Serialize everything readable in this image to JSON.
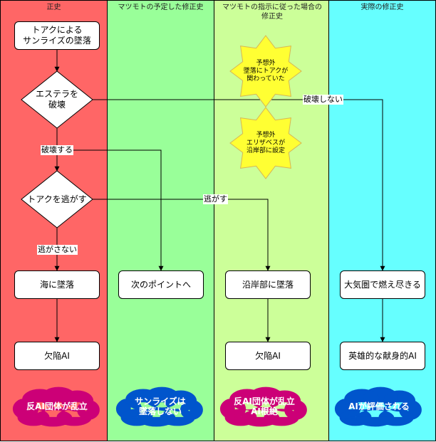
{
  "lanes": [
    {
      "title": "正史",
      "color": "#ff6666"
    },
    {
      "title": "マツモトの予定した修正史",
      "color": "#99ff99"
    },
    {
      "title": "マツモトの指示に従った場合の修正史",
      "color": "#ccff99"
    },
    {
      "title": "実際の修正史",
      "color": "#66ffff"
    }
  ],
  "nodes": {
    "start": "トアクによる\nサンライズの墜落",
    "decision_estella": "エステラを\n破壊",
    "decision_toac": "トアクを逃がす",
    "sea_crash": "海に墜落",
    "next_point": "次のポイントへ",
    "coast_crash": "沿岸部に墜落",
    "burn_up": "大気圏で燃え尽きる",
    "missing_ai_1": "欠陥AI",
    "missing_ai_2": "欠陥AI",
    "heroic_ai": "英雄的な献身的AI"
  },
  "edge_labels": {
    "not_destroy": "破壊しない",
    "destroy": "破壊する",
    "let_escape": "逃がす",
    "not_escape": "逃がさない"
  },
  "stars": {
    "star1": "予想外\n墜落にトアクが\n関わっていた",
    "star2": "予想外\nエリザベスが\n沿岸部に設定"
  },
  "clouds": {
    "cloud1": {
      "text": "反AI団体が乱立",
      "color": "#cc0077"
    },
    "cloud2": {
      "text": "サンライズは\n墜落しない",
      "color": "#0055cc"
    },
    "cloud3": {
      "text": "反AI団体が乱立\nAI根絶",
      "color": "#cc0077"
    },
    "cloud4": {
      "text": "AIが評価される",
      "color": "#0055cc"
    }
  },
  "colors": {
    "star": "#ffff33",
    "star_stroke": "#d6b656"
  }
}
